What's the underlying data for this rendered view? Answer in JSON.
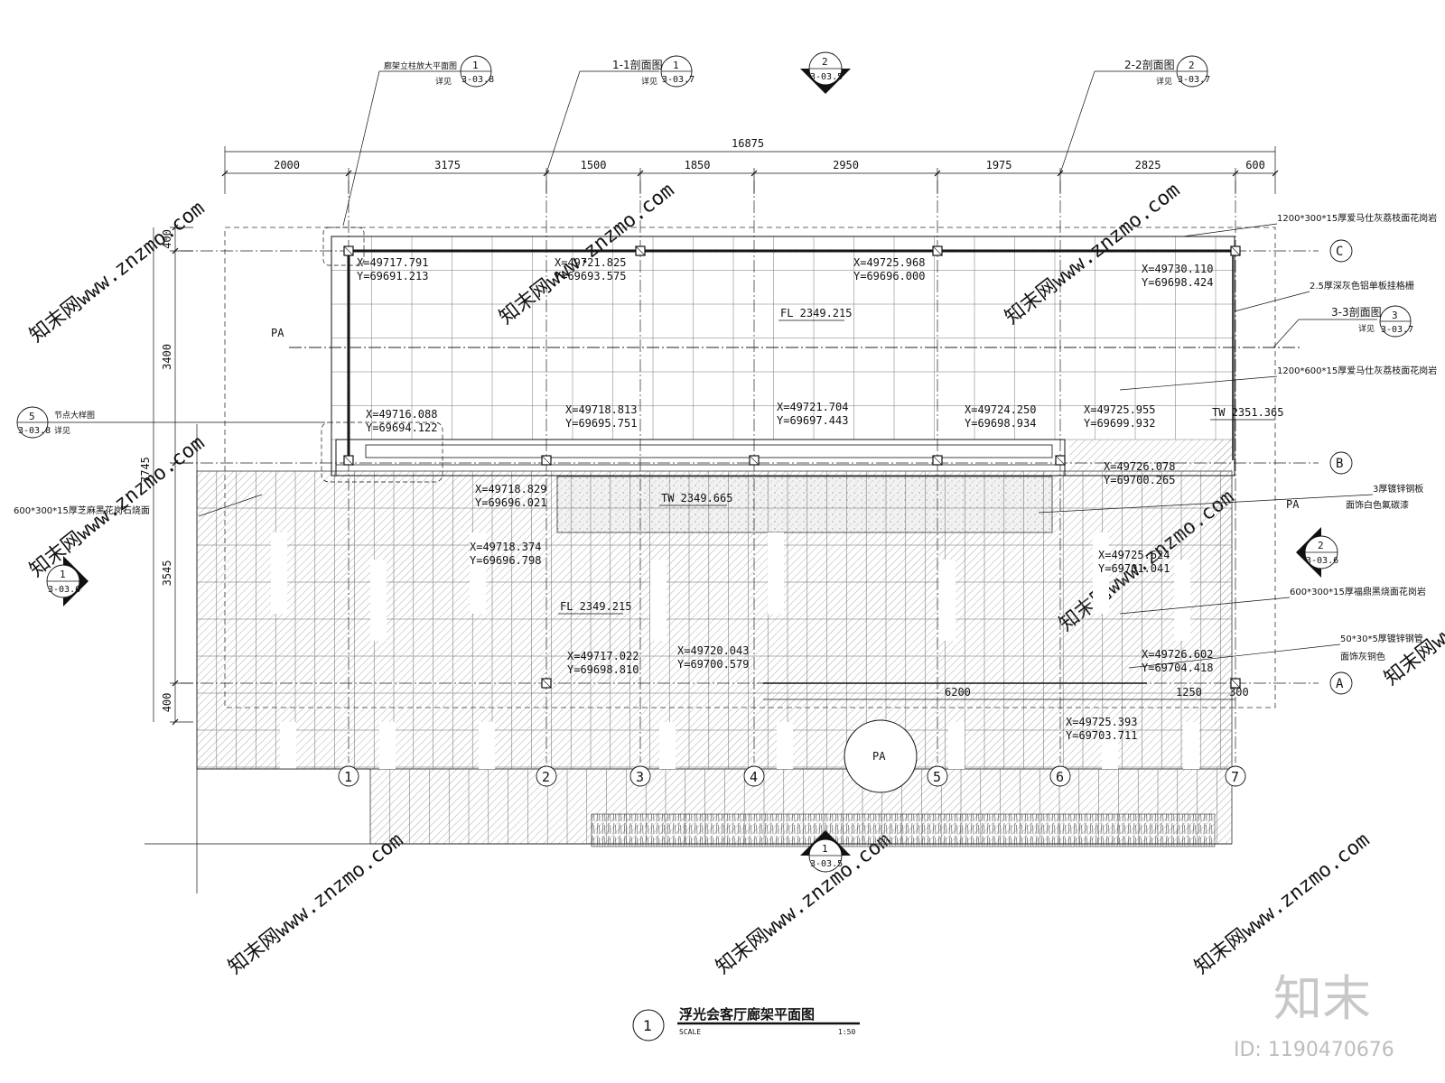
{
  "drawing": {
    "title": "浮光会客厅廊架平面图",
    "scale_label": "SCALE",
    "scale_value": "1:50",
    "title_number": "1"
  },
  "watermark": {
    "brand": "知末",
    "id_text": "ID: 1190470676",
    "text": "知末网www.znzmo.com"
  },
  "dimensions": {
    "overall": "16875",
    "top": [
      "2000",
      "3175",
      "1500",
      "1850",
      "2950",
      "1975",
      "2825",
      "600"
    ],
    "left": [
      "400",
      "3400",
      "3545",
      "400"
    ],
    "left_total": "7745",
    "bottom": [
      "6200",
      "1250",
      "300"
    ]
  },
  "axes": {
    "columns": [
      "1",
      "2",
      "3",
      "4",
      "5",
      "6",
      "7"
    ],
    "rows": [
      "C",
      "B",
      "A"
    ]
  },
  "coordinates": [
    {
      "x": "X=49717.791",
      "y": "Y=69691.213"
    },
    {
      "x": "X=49721.825",
      "y": "Y=69693.575"
    },
    {
      "x": "X=49725.968",
      "y": "Y=69696.000"
    },
    {
      "x": "X=49730.110",
      "y": "Y=69698.424"
    },
    {
      "x": "X=49716.088",
      "y": "Y=69694.122"
    },
    {
      "x": "X=49718.813",
      "y": "Y=69695.751"
    },
    {
      "x": "X=49721.704",
      "y": "Y=69697.443"
    },
    {
      "x": "X=49724.250",
      "y": "Y=69698.934"
    },
    {
      "x": "X=49725.955",
      "y": "Y=69699.932"
    },
    {
      "x": "X=49726.078",
      "y": "Y=69700.265"
    },
    {
      "x": "X=49718.829",
      "y": "Y=69696.021"
    },
    {
      "x": "X=49718.374",
      "y": "Y=69696.798"
    },
    {
      "x": "X=49725.624",
      "y": "Y=69701.041"
    },
    {
      "x": "X=49717.022",
      "y": "Y=69698.810"
    },
    {
      "x": "X=49720.043",
      "y": "Y=69700.579"
    },
    {
      "x": "X=49726.602",
      "y": "Y=69704.418"
    },
    {
      "x": "X=49725.393",
      "y": "Y=69703.711"
    }
  ],
  "elevations": {
    "fl_upper": "FL 2349.215",
    "fl_lower": "FL 2349.215",
    "tw_mid": "TW 2349.665",
    "tw_right": "TW 2351.365"
  },
  "materials": [
    "1200*300*15厚爱马仕灰荔枝面花岗岩",
    "2.5厚深灰色铝单板挂格栅",
    "1200*600*15厚爱马仕灰荔枝面花岗岩",
    "3厚镀锌钢板",
    "面饰白色氟碳漆",
    "600*300*15厚福鼎黑烧面花岗岩",
    "50*30*5厚镀锌钢管",
    "面饰灰铜色",
    "600*300*15厚芝麻黑花岗石烧面"
  ],
  "callouts": {
    "detail_plan": {
      "label": "廊架立柱放大平面图",
      "see": "详见",
      "num": "1",
      "sheet": "3-03.8"
    },
    "section_11": {
      "label": "1-1剖面图",
      "see": "详见",
      "num": "1",
      "sheet": "3-03.7"
    },
    "section_22": {
      "label": "2-2剖面图",
      "see": "详见",
      "num": "2",
      "sheet": "3-03.7"
    },
    "section_33": {
      "label": "3-3剖面图",
      "see": "详见",
      "num": "3",
      "sheet": "3-03.7"
    },
    "node_detail": {
      "label": "节点大样图",
      "see": "详见",
      "num": "5",
      "sheet": "3-03.8"
    },
    "elev_top": {
      "num": "2",
      "sheet": "3-03.5"
    },
    "elev_bottom": {
      "num": "1",
      "sheet": "3-03.5"
    },
    "elev_left": {
      "num": "1",
      "sheet": "3-03.6"
    },
    "elev_right": {
      "num": "2",
      "sheet": "3-03.6"
    }
  },
  "labels": {
    "pa_left": "PA",
    "pa_right": "PA",
    "pa_circle": "PA"
  }
}
